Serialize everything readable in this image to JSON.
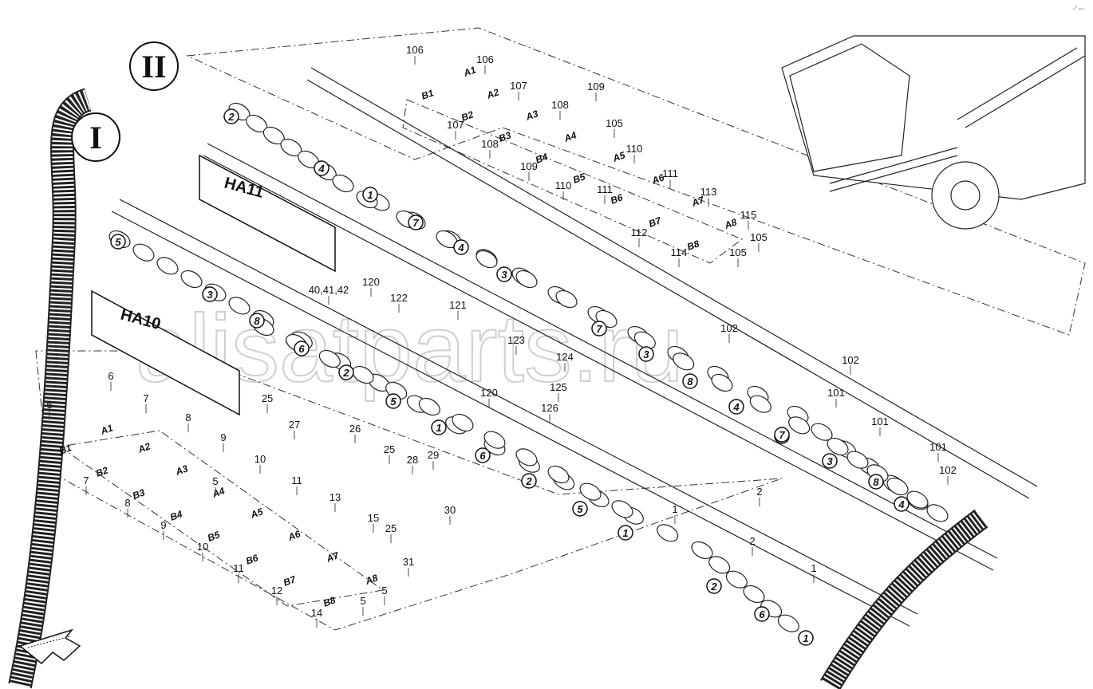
{
  "corner_mark": "₀⁰ ₀₀₀",
  "watermark": "alisatparts.ru",
  "roman_markers": [
    "I",
    "II"
  ],
  "valve_blocks": [
    "HA10",
    "HA11"
  ],
  "circled_numbers": [
    "1",
    "2",
    "3",
    "4",
    "5",
    "6",
    "7",
    "8"
  ],
  "connectors_upper": [
    "A1",
    "A2",
    "A3",
    "A4",
    "A5",
    "A6",
    "A7",
    "A8",
    "B1",
    "B2",
    "B3",
    "B4",
    "B5",
    "B6",
    "B7",
    "B8"
  ],
  "connectors_lower": [
    "A1",
    "A2",
    "A3",
    "A4",
    "A5",
    "A6",
    "A7",
    "A8",
    "B1",
    "B2",
    "B3",
    "B4",
    "B5",
    "B6",
    "B7",
    "B8"
  ],
  "part_labels": [
    "1",
    "2",
    "5",
    "6",
    "7",
    "8",
    "9",
    "10",
    "11",
    "12",
    "13",
    "14",
    "15",
    "25",
    "26",
    "27",
    "28",
    "29",
    "30",
    "31",
    "40,41,42",
    "101",
    "102",
    "105",
    "106",
    "107",
    "108",
    "109",
    "110",
    "111",
    "112",
    "113",
    "114",
    "115",
    "120",
    "121",
    "122",
    "123",
    "124",
    "125",
    "126"
  ]
}
